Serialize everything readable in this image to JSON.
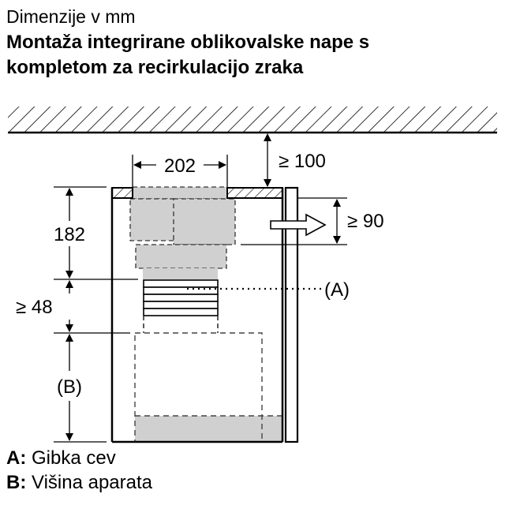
{
  "subtitle": "Dimenzije v mm",
  "title_lines": [
    "Montaža integrirane oblikovalske nape s",
    "kompletom za recirkulacijo zraka"
  ],
  "dimensions": {
    "width_top": "202",
    "ceiling_gap": "≥ 100",
    "outlet": "≥ 90",
    "upper_height": "182",
    "hose_height": "≥ 48",
    "appliance_height": "(B)",
    "hose_label": "(A)"
  },
  "legend": [
    {
      "key": "A:",
      "text": " Gibka cev"
    },
    {
      "key": "B:",
      "text": " Višina aparata"
    }
  ]
}
